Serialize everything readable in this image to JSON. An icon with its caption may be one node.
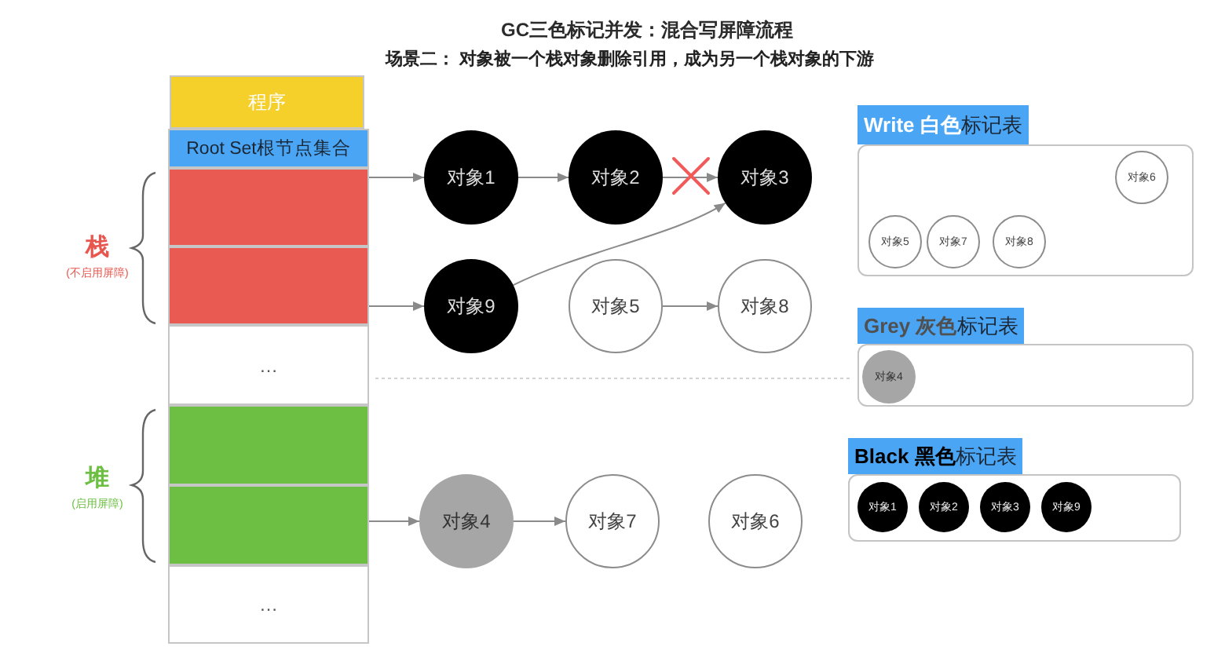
{
  "diagram": {
    "title": "GC三色标记并发：混合写屏障流程",
    "nodes": [
      {
        "text": [
          "程序"
        ]
      },
      {
        "text": [
          "Root Set根节点集合"
        ]
      },
      {
        "text": [],
        "shape": "box"
      },
      {
        "text": [],
        "shape": "box"
      },
      {
        "text": [
          "…"
        ]
      },
      {
        "text": [],
        "shape": "box"
      },
      {
        "text": [],
        "shape": "box"
      },
      {
        "text": [
          "…"
        ]
      },
      {
        "text": [
          "对象1"
        ]
      },
      {
        "text": [
          "对象2"
        ]
      },
      {
        "text": [
          "对象3"
        ]
      },
      {
        "text": [
          "对象9"
        ]
      },
      {
        "text": [
          "对象5"
        ]
      },
      {
        "text": [
          "对象8"
        ]
      },
      {
        "text": [
          "对象4"
        ]
      },
      {
        "text": [
          "对象7"
        ]
      },
      {
        "text": [
          "对象6"
        ]
      },
      {
        "text": [
          "**Write 白色**标记表"
        ]
      },
      {
        "text": [
          "对象6"
        ],
        "in": 17
      },
      {
        "text": [
          "对象5"
        ],
        "in": 17
      },
      {
        "text": [
          "对象7"
        ],
        "in": 17
      },
      {
        "text": [
          "对象8"
        ],
        "in": 17
      },
      {
        "text": [
          "**Grey 灰色**标记表"
        ]
      },
      {
        "text": [
          "对象4"
        ],
        "in": 22
      },
      {
        "text": [
          "**Black 黑色**标记表"
        ]
      },
      {
        "text": [
          "对象1"
        ],
        "in": 24
      },
      {
        "text": [
          "对象2"
        ],
        "in": 24
      },
      {
        "text": [
          "对象3"
        ],
        "in": 24
      },
      {
        "text": [
          "对象9"
        ],
        "in": 24
      }
    ],
    "edges": [
      {
        "from": 2,
        "to": 8,
        "arrow": "to"
      },
      {
        "from": 8,
        "to": 9,
        "arrow": "to"
      },
      {
        "from": 9,
        "to": 10,
        "arrow": "to"
      },
      {
        "from": 3,
        "to": 11,
        "arrow": "to"
      },
      {
        "from": 11,
        "to": 10,
        "arrow": "to"
      },
      {
        "from": 12,
        "to": 13,
        "arrow": "to"
      },
      {
        "from": 6,
        "to": 14,
        "arrow": "to"
      },
      {
        "from": 14,
        "to": 15,
        "arrow": "to"
      }
    ],
    "labels": [
      "场景二： 对象被一个栈对象删除引用，成为另一个栈对象的下游",
      "栈",
      "(不启用屏障)",
      "堆",
      "(启用屏障)"
    ]
  }
}
